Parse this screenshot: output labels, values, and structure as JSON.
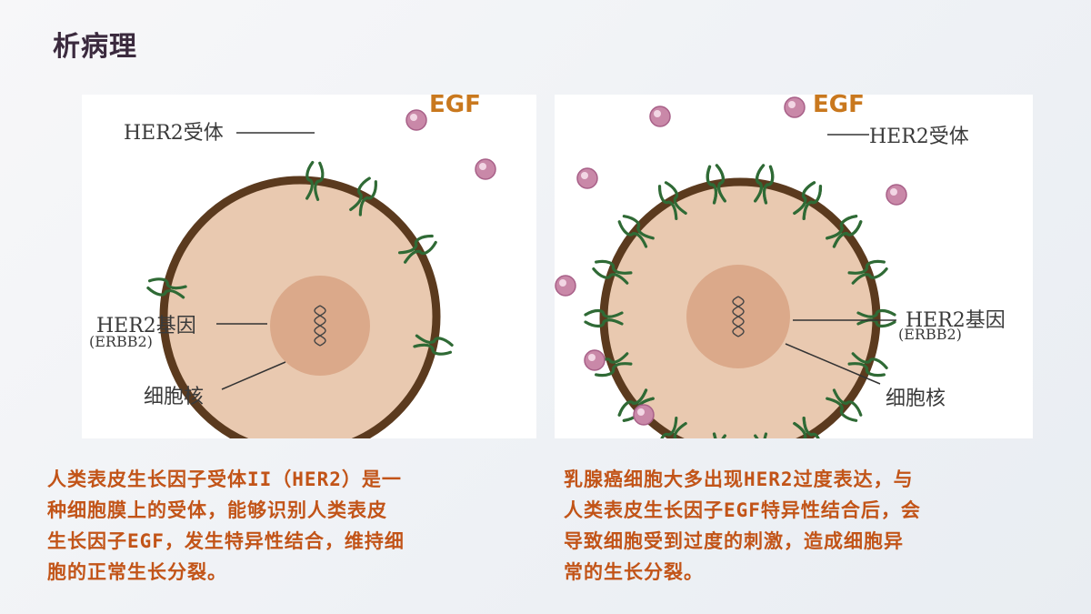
{
  "page": {
    "title": "析病理"
  },
  "left_diagram": {
    "egf_label": "EGF",
    "receptor_label": "HER2受体",
    "gene_label": "HER2基因",
    "gene_sublabel": "(ERBB2)",
    "nucleus_label": "细胞核"
  },
  "right_diagram": {
    "egf_label": "EGF",
    "receptor_label": "HER2受体",
    "gene_label": "HER2基因",
    "gene_sublabel": "(ERBB2)",
    "nucleus_label": "细胞核"
  },
  "descriptions": {
    "left_lines": [
      "人类表皮生长因子受体II（HER2）是一",
      "种细胞膜上的受体，能够识别人类表皮",
      "生长因子EGF，发生特异性结合，维持细",
      "胞的正常生长分裂。"
    ],
    "right_lines": [
      "乳腺癌细胞大多出现HER2过度表达，与",
      "人类表皮生长因子EGF特异性结合后，会",
      "导致细胞受到过度的刺激，造成细胞异",
      "常的生长分裂。"
    ]
  },
  "colors": {
    "membrane": "#5b3a1e",
    "cytoplasm": "#e9c9b0",
    "nucleus": "#dba98a",
    "receptor": "#2f6a35",
    "egf": "#c988a8",
    "text_accent": "#c25418"
  }
}
